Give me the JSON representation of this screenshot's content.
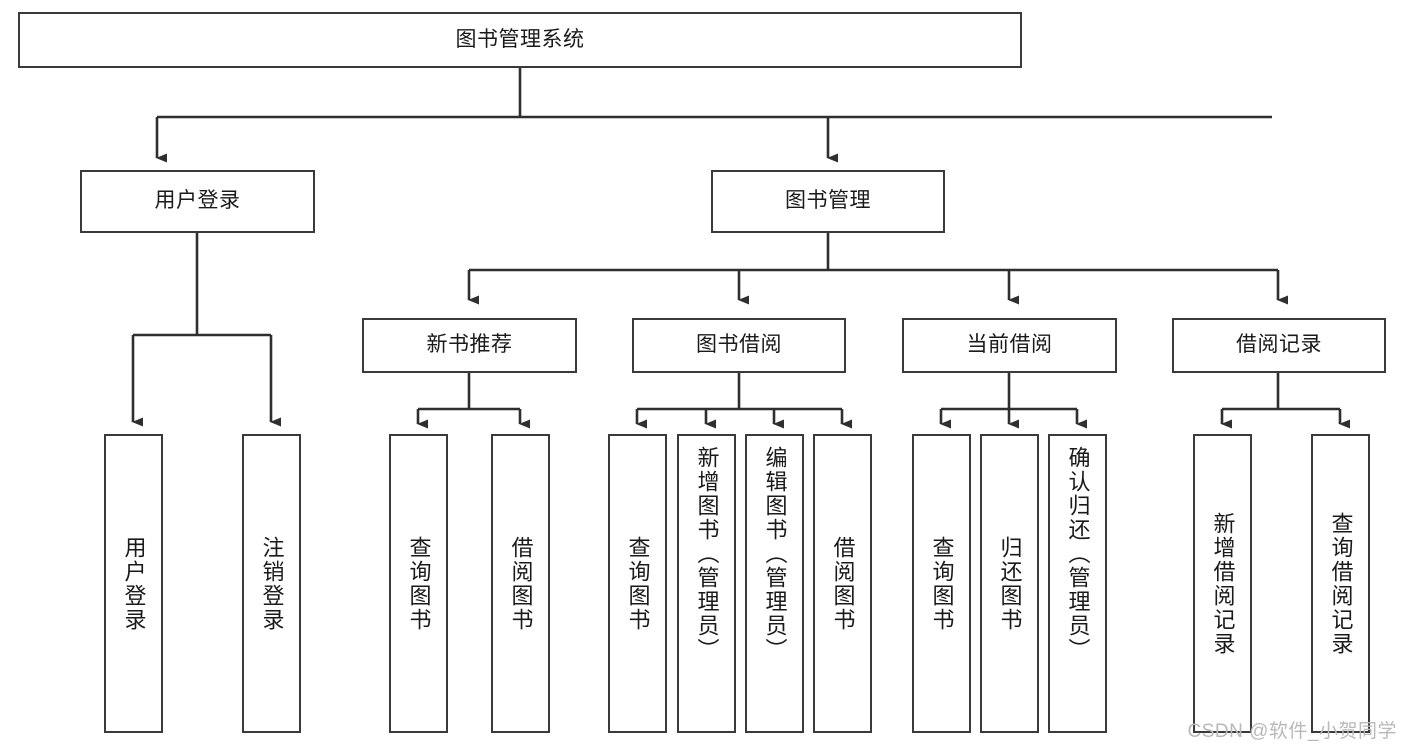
{
  "diagram": {
    "type": "tree-hierarchy",
    "title": "图书管理系统",
    "watermark": "CSDN @软件_小贺同学",
    "colors": {
      "box_border": "#3a3a3a",
      "box_fill": "#ffffff",
      "connector": "#2f2f2f",
      "text": "#1a1a1a",
      "watermark": "#b9b9b9"
    },
    "root": {
      "label": "图书管理系统"
    },
    "level2": [
      {
        "label": "用户登录"
      },
      {
        "label": "图书管理"
      }
    ],
    "level3": [
      {
        "label": "新书推荐"
      },
      {
        "label": "图书借阅"
      },
      {
        "label": "当前借阅"
      },
      {
        "label": "借阅记录"
      }
    ],
    "leaves": {
      "user_login": [
        {
          "label": "用户登录"
        },
        {
          "label": "注销登录"
        }
      ],
      "new_book_recommend": [
        {
          "label": "查询图书"
        },
        {
          "label": "借阅图书"
        }
      ],
      "book_borrow": [
        {
          "label": "查询图书"
        },
        {
          "label": "新增图书（管理员）"
        },
        {
          "label": "编辑图书（管理员）"
        },
        {
          "label": "借阅图书"
        }
      ],
      "current_borrow": [
        {
          "label": "查询图书"
        },
        {
          "label": "归还图书"
        },
        {
          "label": "确认归还（管理员）"
        }
      ],
      "borrow_record": [
        {
          "label": "新增借阅记录"
        },
        {
          "label": "查询借阅记录"
        }
      ]
    }
  }
}
